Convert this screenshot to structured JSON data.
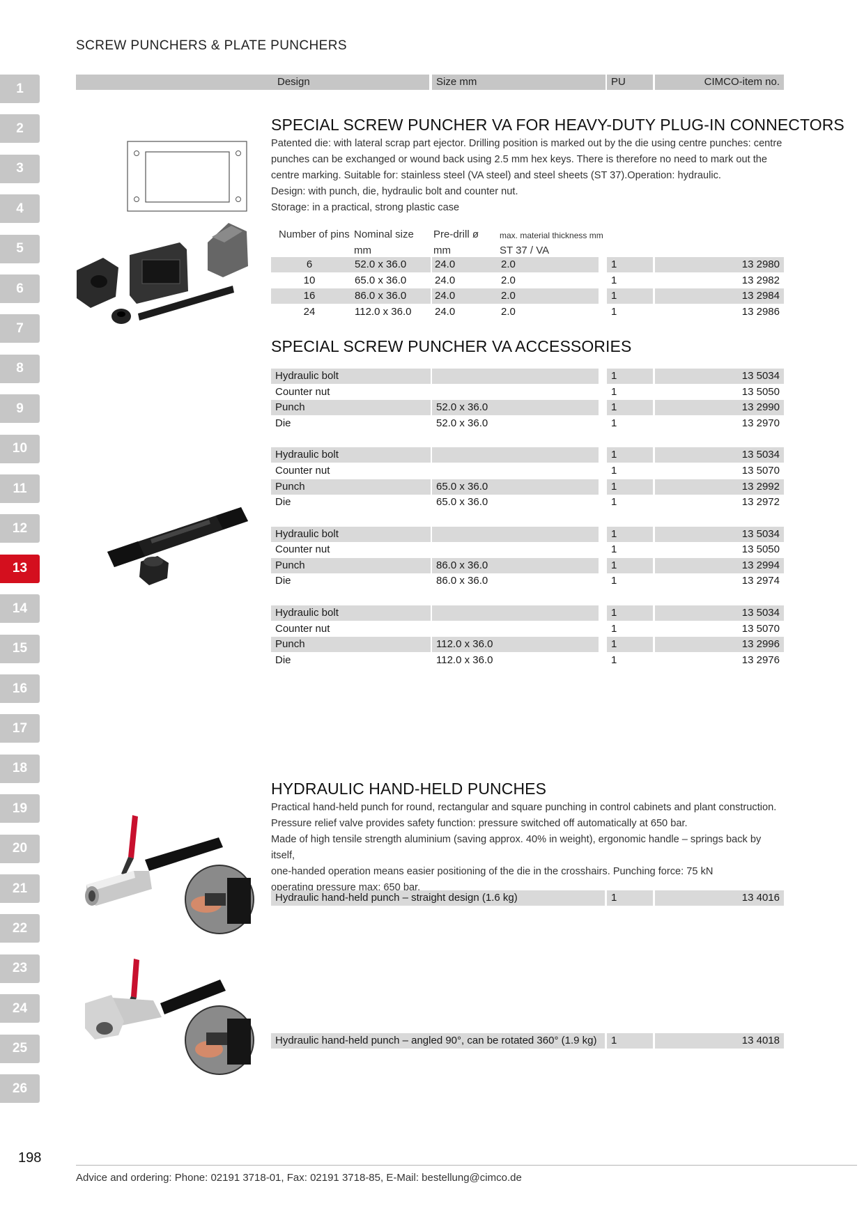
{
  "page": {
    "header": "SCREW PUNCHERS & PLATE PUNCHERS",
    "page_number": "198",
    "footer": "Advice and ordering: Phone: 02191 3718-01, Fax: 02191 3718-85, E-Mail: bestellung@cimco.de"
  },
  "tabs": [
    "1",
    "2",
    "3",
    "4",
    "5",
    "6",
    "7",
    "8",
    "9",
    "10",
    "11",
    "12",
    "13",
    "14",
    "15",
    "16",
    "17",
    "18",
    "19",
    "20",
    "21",
    "22",
    "23",
    "24",
    "25",
    "26"
  ],
  "active_tab": "13",
  "columns": {
    "design": "Design",
    "size": "Size mm",
    "pu": "PU",
    "item": "CIMCO-item no."
  },
  "section1": {
    "title": "SPECIAL SCREW PUNCHER VA FOR HEAVY-DUTY PLUG-IN CONNECTORS",
    "desc": [
      "Patented die: with lateral scrap part ejector. Drilling position is marked out by the die using centre punches: centre",
      "punches can be exchanged or wound back using 2.5 mm hex keys. There is therefore no need to mark out the",
      "centre marking. Suitable for: stainless steel (VA steel) and steel sheets (ST 37).Operation: hydraulic.",
      "Design: with punch, die, hydraulic bolt and counter nut.",
      "Storage: in a practical, strong plastic case"
    ],
    "table_head": {
      "pins": "Number of pins",
      "nominal": "Nominal size",
      "predrill": "Pre-drill ø",
      "max": "max. material thickness mm",
      "nominal_unit": "mm",
      "predrill_unit": "mm",
      "max_unit": "ST 37 / VA"
    },
    "rows": [
      {
        "pins": "6",
        "nominal": "52.0 x 36.0",
        "predrill": "24.0",
        "max": "2.0",
        "pu": "1",
        "item": "13 2980"
      },
      {
        "pins": "10",
        "nominal": "65.0 x 36.0",
        "predrill": "24.0",
        "max": "2.0",
        "pu": "1",
        "item": "13 2982"
      },
      {
        "pins": "16",
        "nominal": "86.0 x 36.0",
        "predrill": "24.0",
        "max": "2.0",
        "pu": "1",
        "item": "13 2984"
      },
      {
        "pins": "24",
        "nominal": "112.0 x 36.0",
        "predrill": "24.0",
        "max": "2.0",
        "pu": "1",
        "item": "13 2986"
      }
    ]
  },
  "section2": {
    "title": "SPECIAL SCREW PUNCHER VA ACCESSORIES",
    "groups": [
      [
        {
          "design": "Hydraulic bolt",
          "size": "",
          "pu": "1",
          "item": "13 5034"
        },
        {
          "design": "Counter nut",
          "size": "",
          "pu": "1",
          "item": "13 5050"
        },
        {
          "design": "Punch",
          "size": "52.0 x 36.0",
          "pu": "1",
          "item": "13 2990"
        },
        {
          "design": "Die",
          "size": "52.0 x 36.0",
          "pu": "1",
          "item": "13 2970"
        }
      ],
      [
        {
          "design": "Hydraulic bolt",
          "size": "",
          "pu": "1",
          "item": "13 5034"
        },
        {
          "design": "Counter nut",
          "size": "",
          "pu": "1",
          "item": "13 5070"
        },
        {
          "design": "Punch",
          "size": "65.0 x 36.0",
          "pu": "1",
          "item": "13 2992"
        },
        {
          "design": "Die",
          "size": "65.0 x 36.0",
          "pu": "1",
          "item": "13 2972"
        }
      ],
      [
        {
          "design": "Hydraulic bolt",
          "size": "",
          "pu": "1",
          "item": "13 5034"
        },
        {
          "design": "Counter nut",
          "size": "",
          "pu": "1",
          "item": "13 5050"
        },
        {
          "design": "Punch",
          "size": "86.0 x 36.0",
          "pu": "1",
          "item": "13 2994"
        },
        {
          "design": "Die",
          "size": "86.0 x 36.0",
          "pu": "1",
          "item": "13 2974"
        }
      ],
      [
        {
          "design": "Hydraulic bolt",
          "size": "",
          "pu": "1",
          "item": "13 5034"
        },
        {
          "design": "Counter nut",
          "size": "",
          "pu": "1",
          "item": "13 5070"
        },
        {
          "design": "Punch",
          "size": "112.0 x 36.0",
          "pu": "1",
          "item": "13 2996"
        },
        {
          "design": "Die",
          "size": "112.0 x 36.0",
          "pu": "1",
          "item": "13 2976"
        }
      ]
    ]
  },
  "section3": {
    "title": "HYDRAULIC HAND-HELD PUNCHES",
    "desc": [
      "Practical hand-held punch for round, rectangular and square punching in control cabinets and plant construction.",
      "Pressure relief valve provides safety function: pressure switched off automatically at 650 bar.",
      "Made of high tensile strength aluminium (saving approx. 40% in weight), ergonomic handle – springs back by itself,",
      "one-handed operation means easier positioning of the die in the crosshairs. Punching force: 75 kN",
      "operating pressure max: 650 bar."
    ],
    "rows": [
      {
        "design": "Hydraulic hand-held punch – straight design (1.6 kg)",
        "pu": "1",
        "item": "13 4016"
      },
      {
        "design": "Hydraulic hand-held punch – angled 90°, can be rotated 360° (1.9 kg)",
        "pu": "1",
        "item": "13 4018"
      }
    ]
  }
}
